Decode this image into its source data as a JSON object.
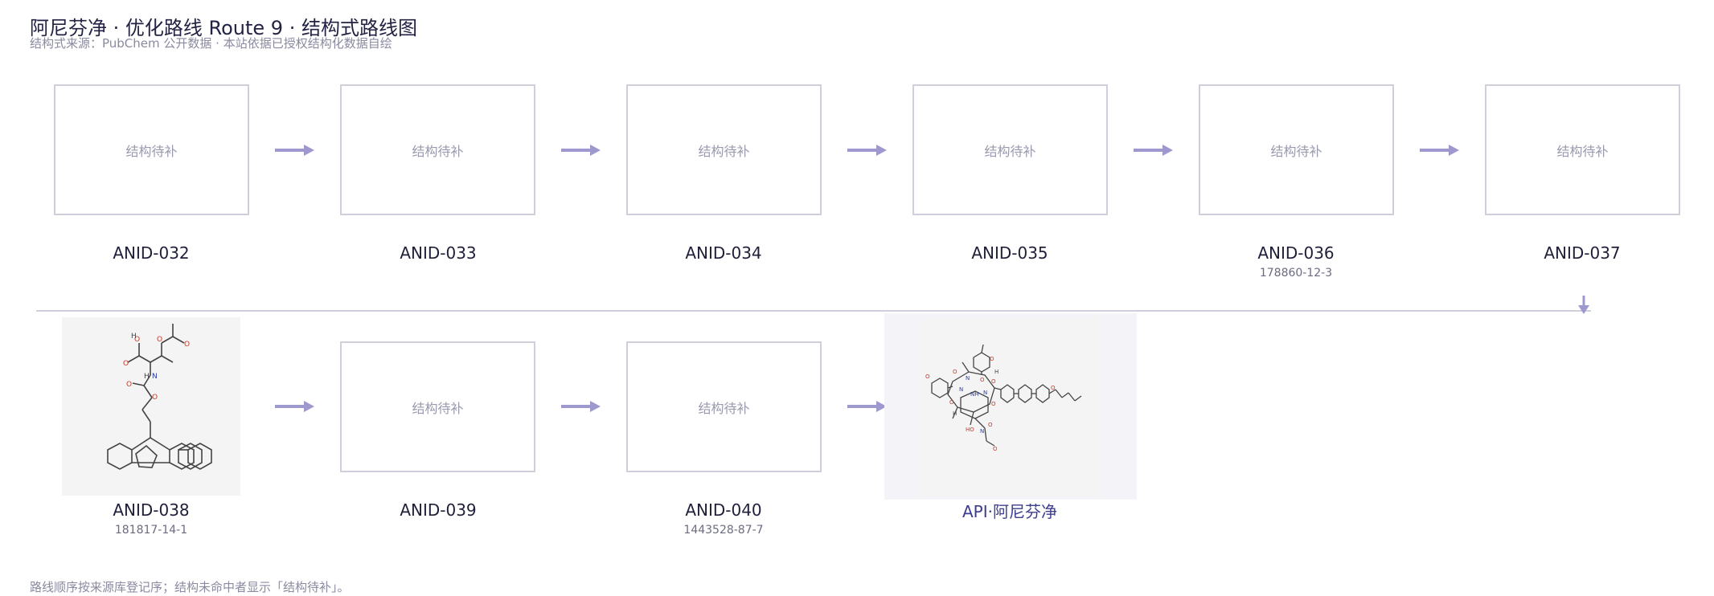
{
  "header": {
    "title": "阿尼芬净 · 优化路线 Route 9 · 结构式路线图",
    "subtitle": "结构式来源：PubChem 公开数据 · 本站依据已授权结构化数据自绘"
  },
  "placeholder_text": "结构待补",
  "steps": [
    {
      "label": "ANID-032",
      "cas": "",
      "structure": "placeholder"
    },
    {
      "label": "ANID-033",
      "cas": "",
      "structure": "placeholder"
    },
    {
      "label": "ANID-034",
      "cas": "",
      "structure": "placeholder"
    },
    {
      "label": "ANID-035",
      "cas": "",
      "structure": "placeholder"
    },
    {
      "label": "ANID-036",
      "cas": "178860-12-3",
      "structure": "placeholder"
    },
    {
      "label": "ANID-037",
      "cas": "",
      "structure": "placeholder"
    },
    {
      "label": "ANID-038",
      "cas": "181817-14-1",
      "structure": "drawn"
    },
    {
      "label": "ANID-039",
      "cas": "",
      "structure": "placeholder"
    },
    {
      "label": "ANID-040",
      "cas": "1443528-87-7",
      "structure": "placeholder"
    },
    {
      "label": "API·阿尼芬净",
      "cas": "",
      "structure": "drawn",
      "final": true
    }
  ],
  "colors": {
    "arrow": "#9d99cf",
    "frame_border": "#cfcfdc",
    "api_label": "#3d3d8f",
    "oxygen": "#c0392b",
    "nitrogen": "#2c3e9f"
  },
  "footnote": "路线顺序按来源库登记序；结构未命中者显示「结构待补」。"
}
